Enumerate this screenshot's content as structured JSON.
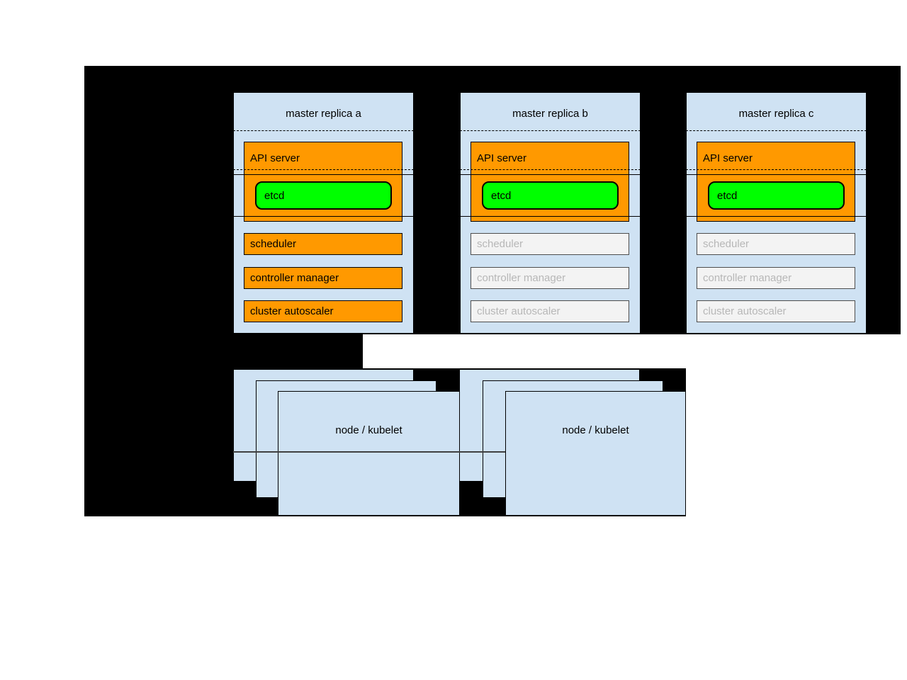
{
  "slide": {
    "replicas": [
      {
        "title": "master replica a",
        "state": "active",
        "api_server_label": "API server",
        "etcd_label": "etcd",
        "scheduler_label": "scheduler",
        "controller_manager_label": "controller manager",
        "cluster_autoscaler_label": "cluster autoscaler"
      },
      {
        "title": "master replica b",
        "state": "standby",
        "api_server_label": "API server",
        "etcd_label": "etcd",
        "scheduler_label": "scheduler",
        "controller_manager_label": "controller manager",
        "cluster_autoscaler_label": "cluster autoscaler"
      },
      {
        "title": "master replica c",
        "state": "standby",
        "api_server_label": "API server",
        "etcd_label": "etcd",
        "scheduler_label": "scheduler",
        "controller_manager_label": "controller manager",
        "cluster_autoscaler_label": "cluster autoscaler"
      }
    ],
    "node_stacks": [
      {
        "label": "node / kubelet"
      },
      {
        "label": "node / kubelet"
      }
    ],
    "colors": {
      "slide_background": "#000000",
      "panel_fill": "#cfe2f3",
      "active_component_fill": "#ff9900",
      "etcd_fill": "#00ff00",
      "standby_component_fill": "#f3f3f3",
      "standby_component_border": "#4d4d4d",
      "standby_component_text": "#b7b7b7",
      "node_divider": "#404040"
    }
  }
}
